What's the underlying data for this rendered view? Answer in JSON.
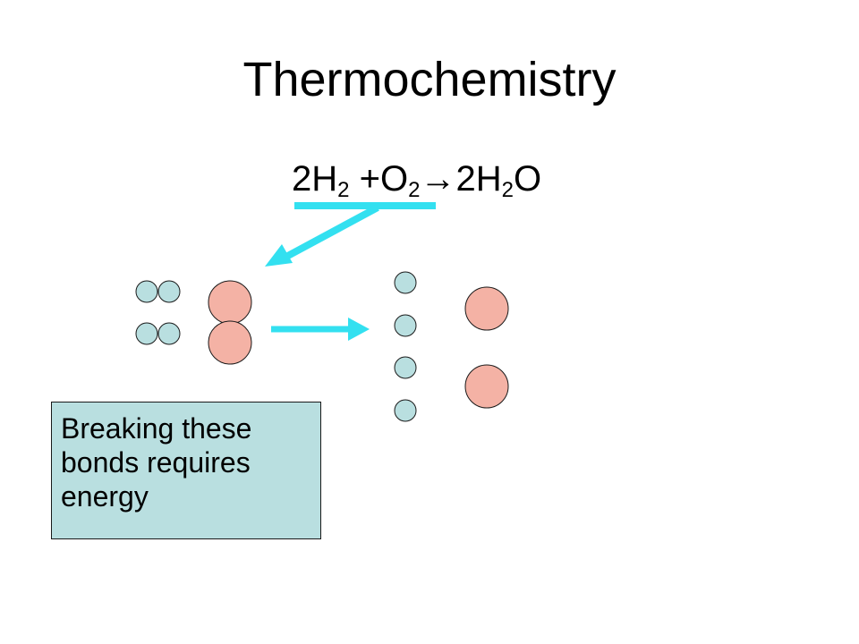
{
  "slide": {
    "title": "Thermochemistry",
    "equation": {
      "h2_coef": "2H",
      "h2_sub": "2",
      "plus": " +O",
      "o2_sub": "2",
      "arrow": "→",
      "product_coef": "2H",
      "product_sub": "2",
      "product_tail": "O"
    },
    "note_text": "Breaking these bonds requires energy"
  },
  "colors": {
    "hydrogen": "#b9dfe0",
    "oxygen": "#f4b2a5",
    "arrow": "#33e0f0",
    "note_bg": "#b9dfe0"
  }
}
